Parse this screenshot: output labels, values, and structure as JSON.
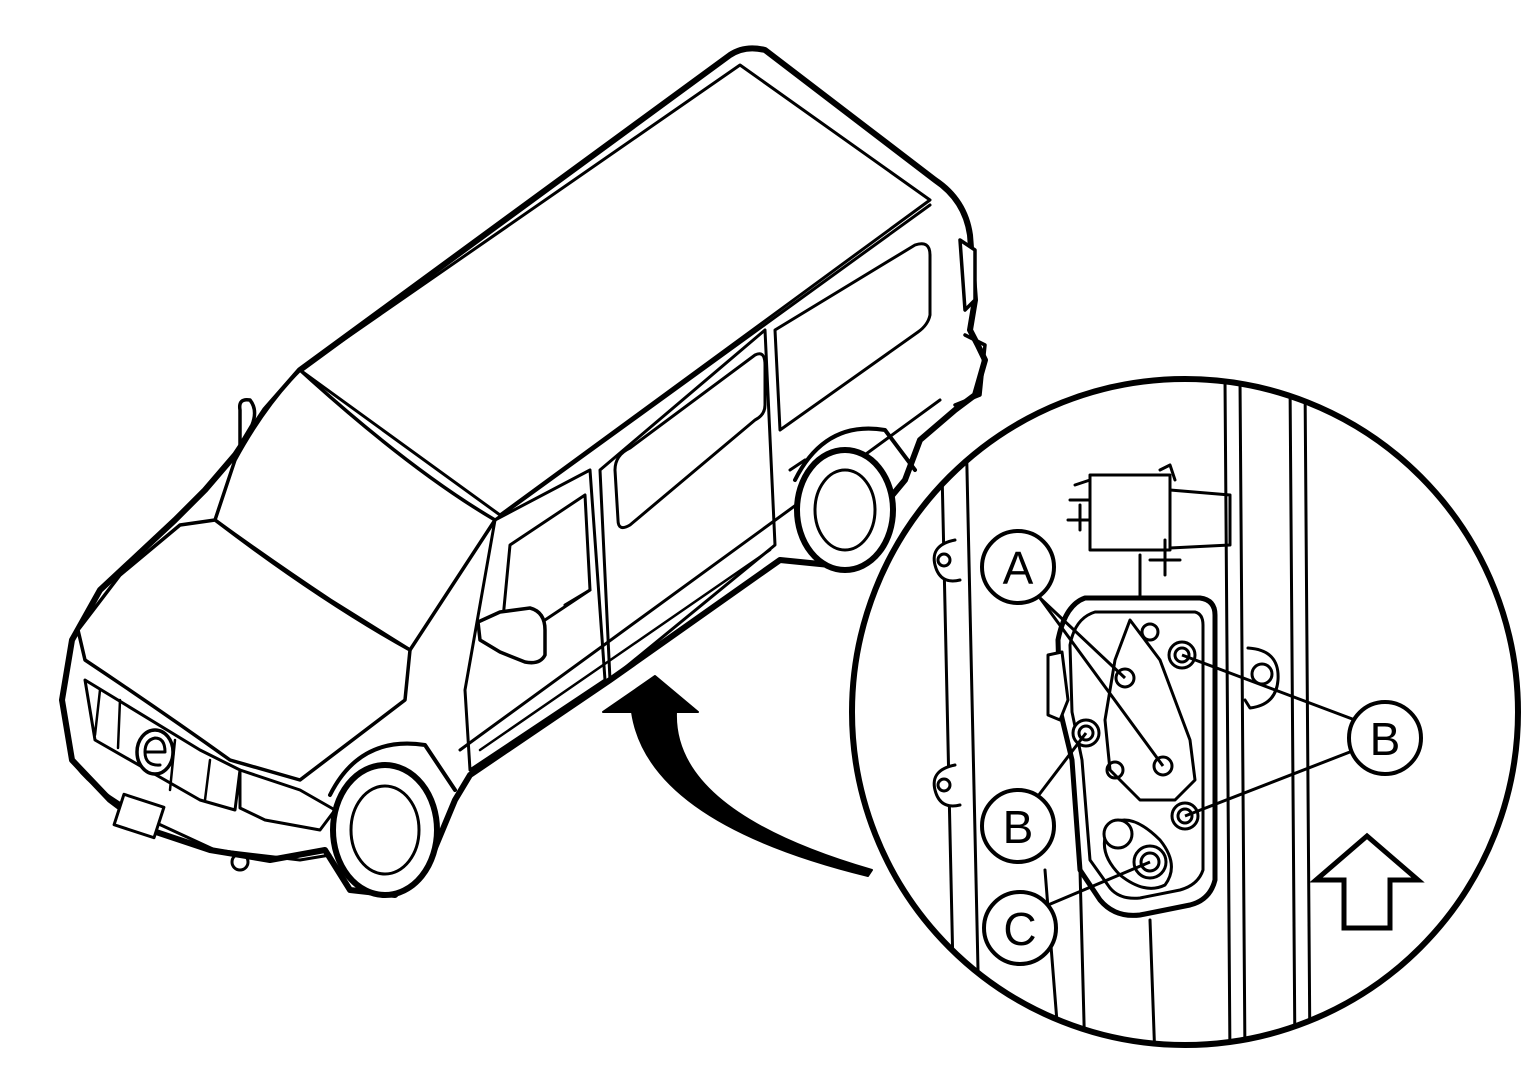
{
  "callouts": {
    "a": "A",
    "b1": "B",
    "b2": "B",
    "c": "C"
  },
  "colors": {
    "line": "#000000",
    "background": "#ffffff"
  },
  "icons": {
    "orientation_arrow": "up-arrow-icon",
    "pointer_arrow": "curved-arrow-icon"
  }
}
